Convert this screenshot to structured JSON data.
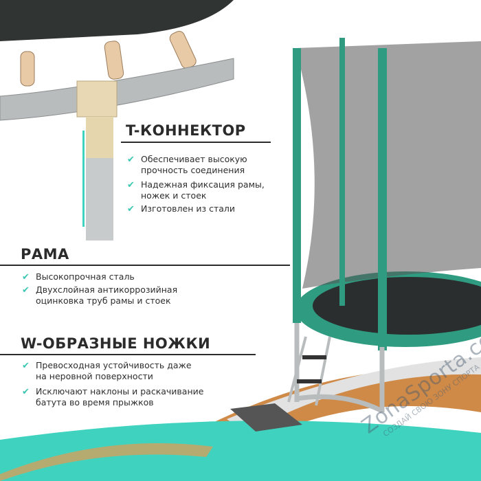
{
  "sections": [
    {
      "title": "T-КОННЕКТОР",
      "items": [
        [
          "Обеспечивает высокую",
          "прочность соединения"
        ],
        [
          "Надежная фиксация рамы,",
          "ножек и стоек"
        ],
        [
          "Изготовлен из стали"
        ]
      ]
    },
    {
      "title": "РАМА",
      "items": [
        [
          "Высокопрочная сталь"
        ],
        [
          "Двухслойная антикоррозийная",
          "оцинковка труб рамы и стоек"
        ]
      ]
    },
    {
      "title": "W-ОБРАЗНЫЕ НОЖКИ",
      "items": [
        [
          "Превосходная устойчивость даже",
          "на неровной поверхности"
        ],
        [
          "Исключают наклоны и раскачивание",
          "батута во время прыжков"
        ]
      ]
    }
  ],
  "check_icon": "✔",
  "watermark": {
    "brand": "ZonaSporta.com",
    "slogan": "СОЗДАЙ СВОЮ ЗОНУ СПОРТА"
  },
  "colors": {
    "teal": "#3fd3bf",
    "orange": "#cf8a48",
    "frame_green": "#2f9c82",
    "heading": "#2b2b2b"
  }
}
